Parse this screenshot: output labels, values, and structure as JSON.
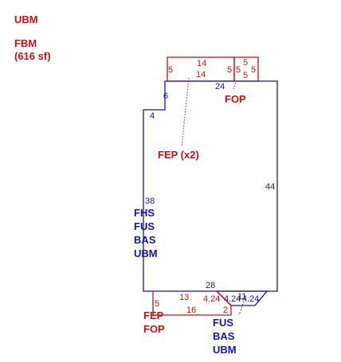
{
  "colors": {
    "red": "#d01010",
    "blue": "#1515b5"
  },
  "legend": {
    "line1": "UBM",
    "line2": "FBM",
    "line3": "(616 sf)"
  },
  "labels": {
    "fop_top": "FOP",
    "fep_x2": "FEP (x2)",
    "fhs": "FHS",
    "fus_left": "FUS",
    "bas_left": "BAS",
    "ubm_left": "UBM",
    "fep_bottom": "FEP",
    "fop_bottom": "FOP",
    "fus_right": "FUS",
    "bas_right": "BAS",
    "ubm_right": "UBM"
  },
  "dims": {
    "top_porch_14a": "14",
    "top_porch_14b": "14",
    "top_porch_5_left": "5",
    "top_porch_5_mid": "5",
    "top_porch_5_mid2": "5",
    "top_porch_5_right": "5",
    "top_porch_5_top": "5",
    "top_porch_5_bottom": "5",
    "main_top_24": "24",
    "main_step_6": "6",
    "main_step_4": "4",
    "main_left_38": "38",
    "main_right_44": "44",
    "main_bottom_28": "28",
    "bottom_13": "13",
    "bottom_424_a": "4.24",
    "bottom_424_b": "4.24",
    "bottom_424_c": "4.24",
    "bottom_11": "11",
    "bottom_5": "5",
    "bottom_16": "16",
    "bottom_2": "2"
  }
}
